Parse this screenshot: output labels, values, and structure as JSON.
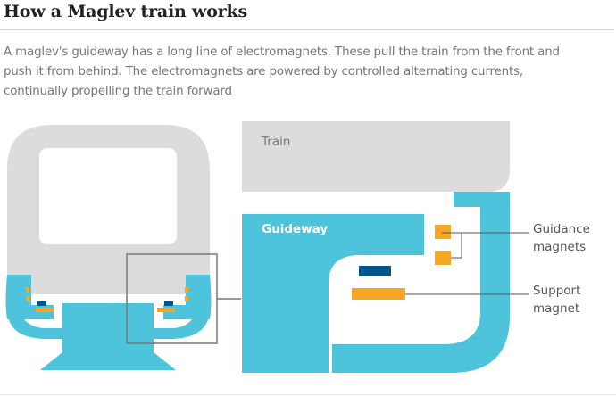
{
  "header": {
    "title": "How a Maglev train works"
  },
  "intro": {
    "lines": [
      "A maglev's guideway has a long line of electromagnets. These pull the train from the front and",
      "push it from behind. The electromagnets are powered by controlled alternating currents,",
      "continually propelling the train forward"
    ]
  },
  "diagram": {
    "labels": {
      "train": "Train",
      "guideway": "Guideway",
      "guidance": [
        "Guidance",
        "magnets"
      ],
      "support": [
        "Support",
        "magnet"
      ]
    },
    "colors": {
      "train": "#dcdcdc",
      "guideway": "#4dc4dc",
      "magnet": "#f5a623",
      "dark_block": "#005689",
      "leader_line": "#555555",
      "zoom_frame": "#777777"
    }
  }
}
